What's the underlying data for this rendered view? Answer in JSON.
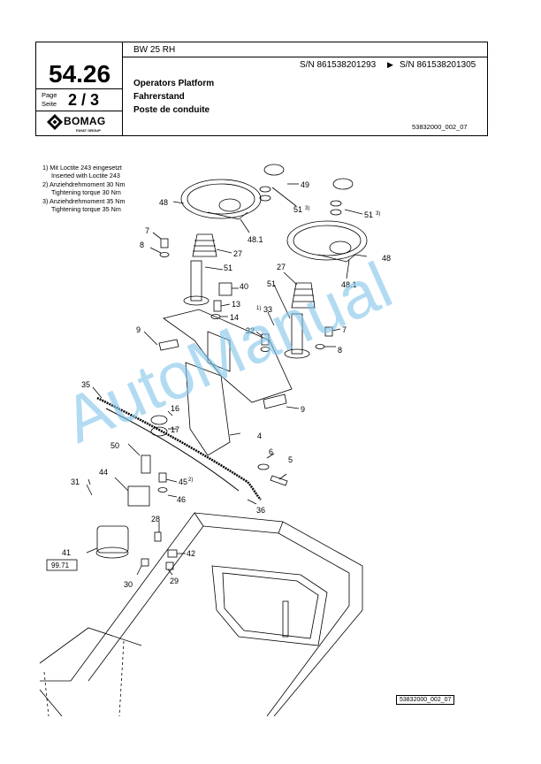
{
  "header": {
    "model": "BW 25 RH",
    "serial_from": "S/N 861538201293",
    "serial_arrow": "▶",
    "serial_to": "S/N 861538201305",
    "page_number": "54.26",
    "page_label": "Page",
    "seite_label": "Seite",
    "page_count": "2 / 3",
    "title_en": "Operators Platform",
    "title_de": "Fahrerstand",
    "title_fr": "Poste de conduite",
    "doc_number": "53832000_002_07",
    "logo_text": "BOMAG",
    "logo_sub": "FAYAT GROUP"
  },
  "notes": [
    {
      "line1": "1) Mit Loctite 243 eingesetzt",
      "line2": "Inserted with Loctite 243"
    },
    {
      "line1": "2) Anziehdrehmoment 30 Nm",
      "line2": "Tightening torque 30 Nm"
    },
    {
      "line1": "3) Anziehdrehmoment 35 Nm",
      "line2": "Tightening torque 35 Nm"
    }
  ],
  "callouts": {
    "c49": "49",
    "c48a": "48",
    "c51a": "51",
    "c51b": "51",
    "c48_1a": "48.1",
    "c48b": "48",
    "c48_1b": "48.1",
    "c27a": "27",
    "c27b": "27",
    "c7a": "7",
    "c8a": "8",
    "c51c": "51",
    "c51d": "51",
    "c40": "40",
    "c13": "13",
    "c14": "14",
    "c33": "33",
    "c1": "1)",
    "c32": "32",
    "c7b": "7",
    "c8b": "8",
    "c9a": "9",
    "c9b": "9",
    "c35": "35",
    "c16": "16",
    "c17": "17",
    "c4": "4",
    "c50": "50",
    "c6": "6",
    "c5": "5",
    "c44": "44",
    "c45": "45",
    "c31": "31",
    "c46": "46",
    "c36": "36",
    "c28": "28",
    "c41": "41",
    "c42": "42",
    "c29": "29",
    "c30": "30",
    "sup3a": "3)",
    "sup3b": "3)",
    "sup2": "2)",
    "ref_box": "99.71"
  },
  "footer_doc_number": "53832000_002_07",
  "watermark": "AutoManual"
}
